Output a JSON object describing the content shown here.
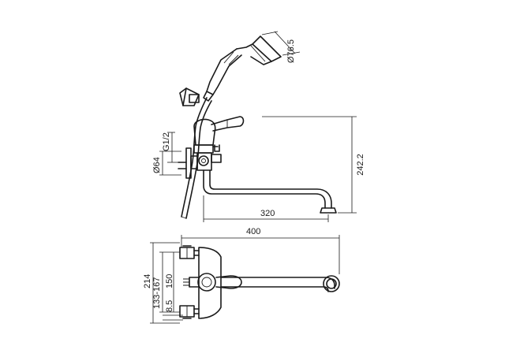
{
  "dimensions": {
    "spout_reach": "320",
    "total_length": "400",
    "height": "242.2",
    "shower_head_diameter": "Ø76.5",
    "thread": "G1/2",
    "body_diameter": "Ø64",
    "overall_height": "214",
    "center_range": "133-167",
    "center_distance": "150",
    "offset": "8.5"
  },
  "colors": {
    "line": "#1a1a1a",
    "background": "#ffffff"
  }
}
